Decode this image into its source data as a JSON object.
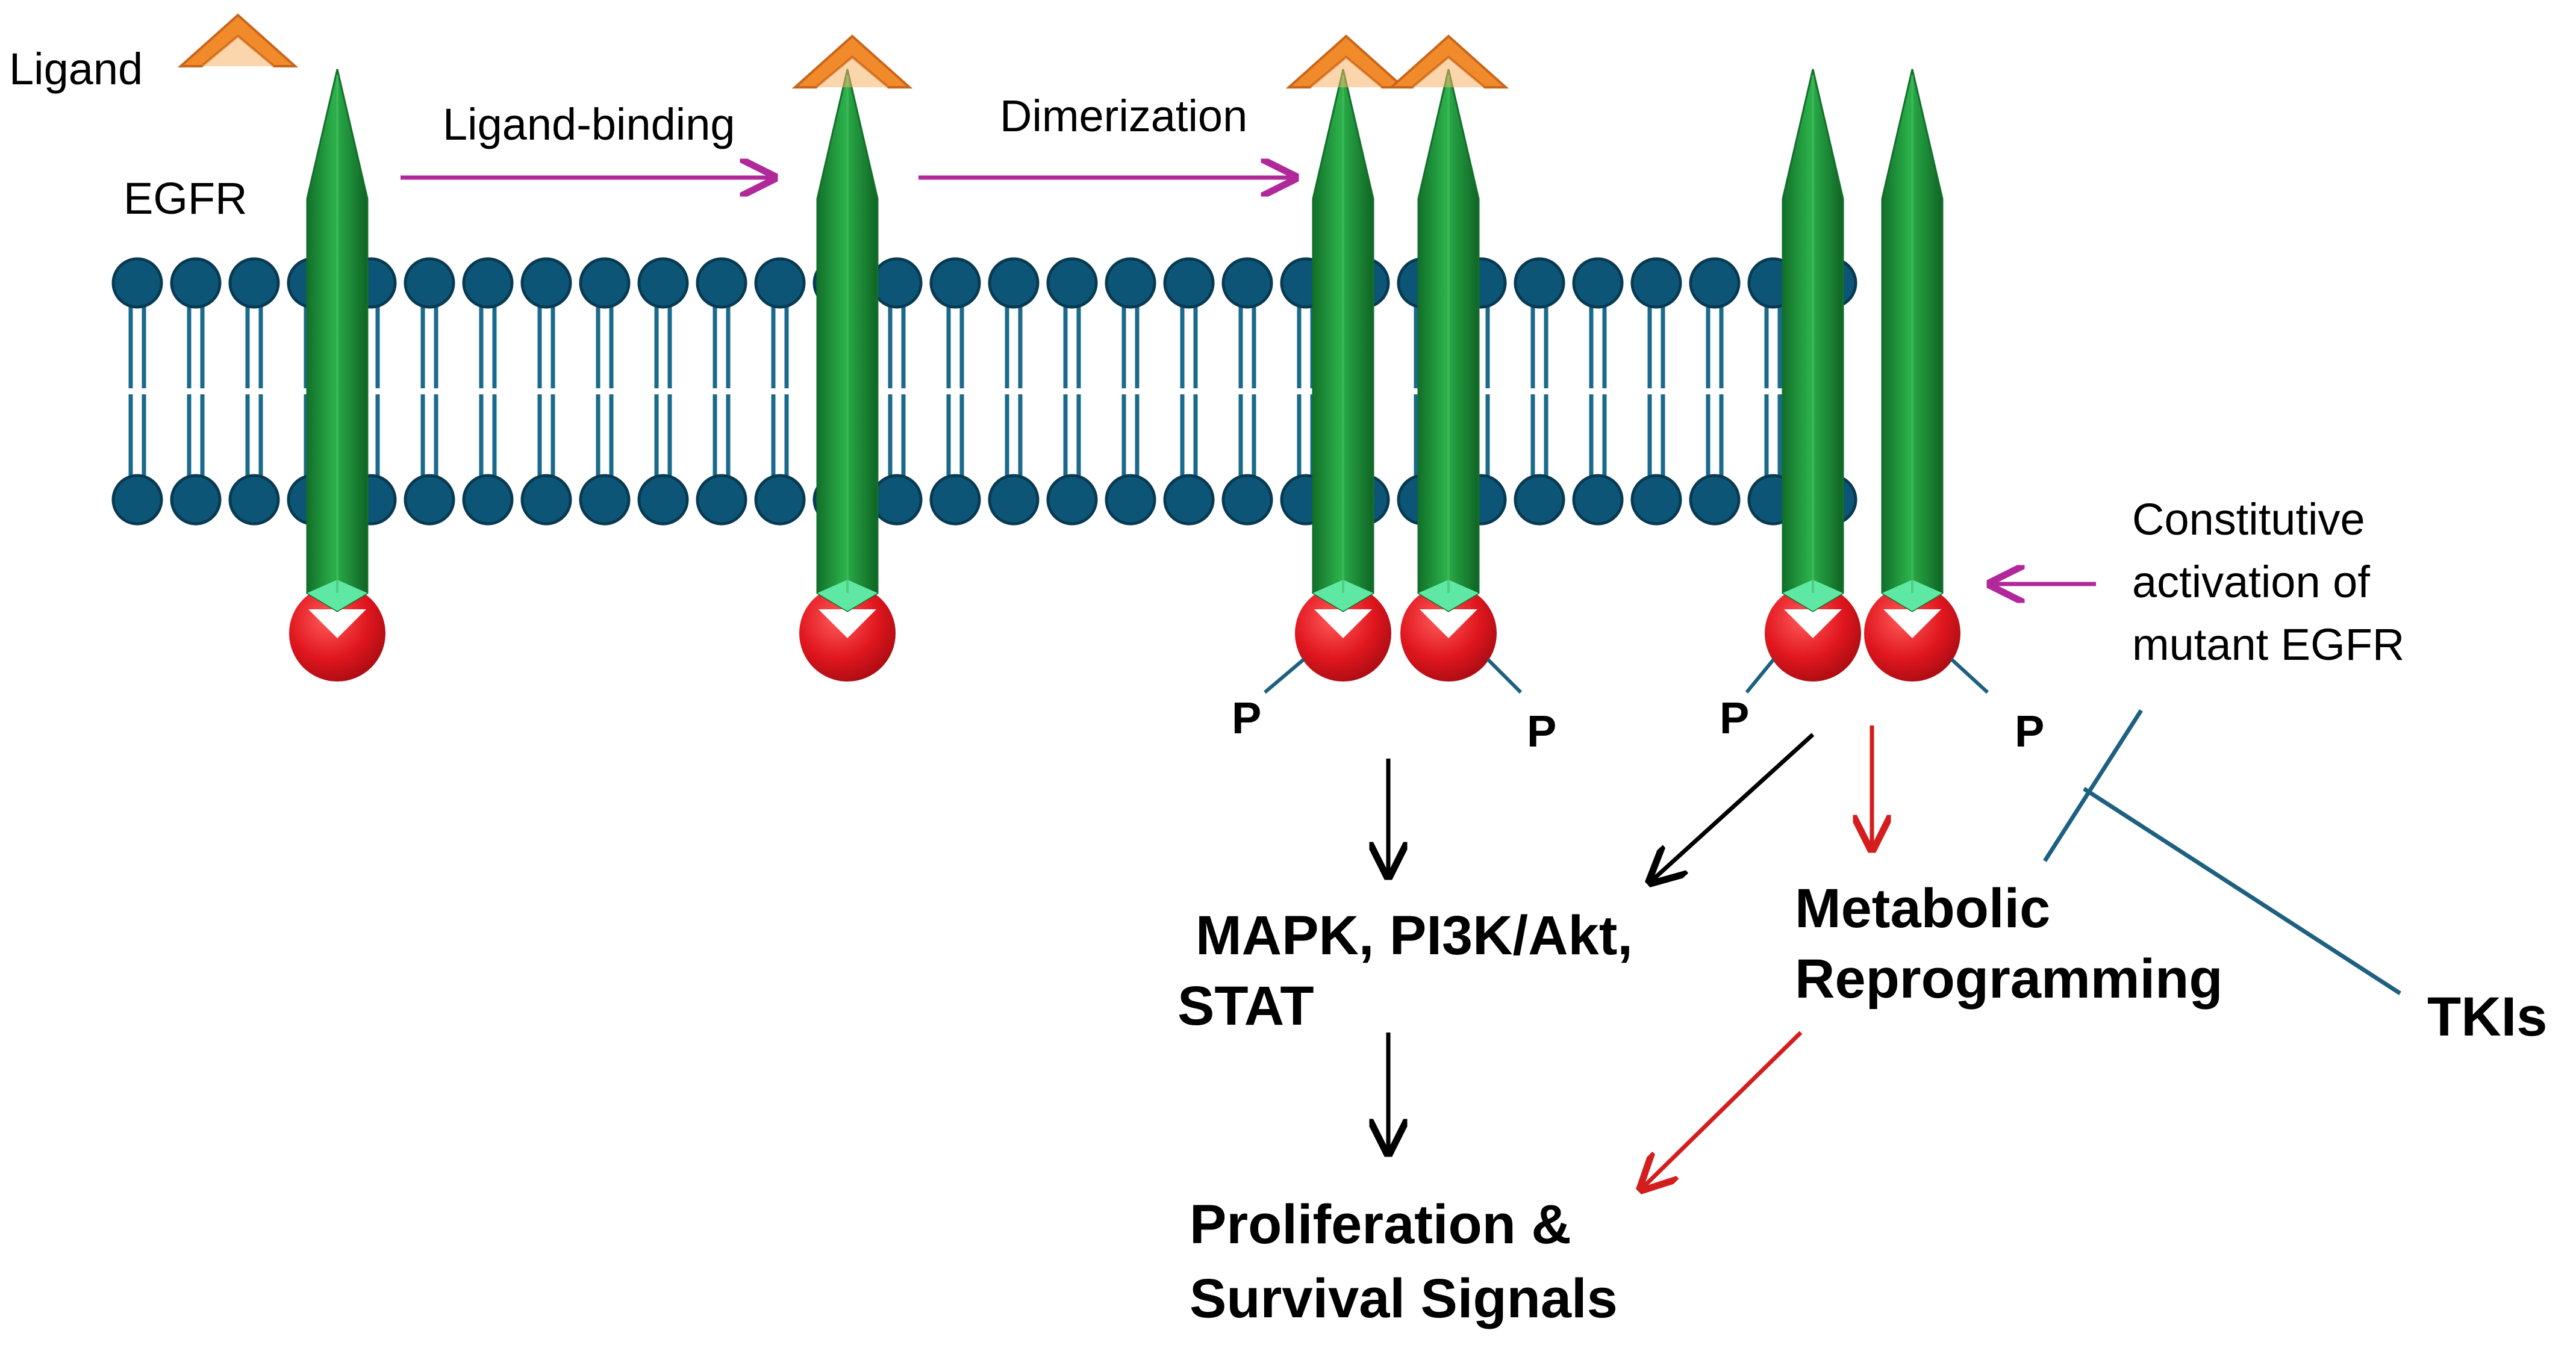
{
  "labels": {
    "ligand": "Ligand",
    "egfr": "EGFR",
    "ligand_binding": "Ligand-binding",
    "dimerization": "Dimerization",
    "constitutive_1": "Constitutive",
    "constitutive_2": "activation of",
    "constitutive_3": "mutant EGFR",
    "phospho": "P",
    "pathways_1": "MAPK, PI3K/Akt,",
    "pathways_2": "STAT",
    "metabolic_1": "Metabolic",
    "metabolic_2": "Reprogramming",
    "tkis": "TKIs",
    "prolif_1": "Proliferation &",
    "prolif_2": "Survival Signals"
  },
  "colors": {
    "lipid_head": "#0d5577",
    "lipid_tail": "#1a6a8c",
    "receptor": "#1f9a3c",
    "receptor_dark": "#12702a",
    "receptor_light": "#4cc15f",
    "kinase": "#e0161e",
    "ligand": "#f08a2a",
    "magenta_arrow": "#b0289a",
    "black_arrow": "#000000",
    "red_arrow": "#d41e1e",
    "inhibit_line": "#1d6080"
  }
}
